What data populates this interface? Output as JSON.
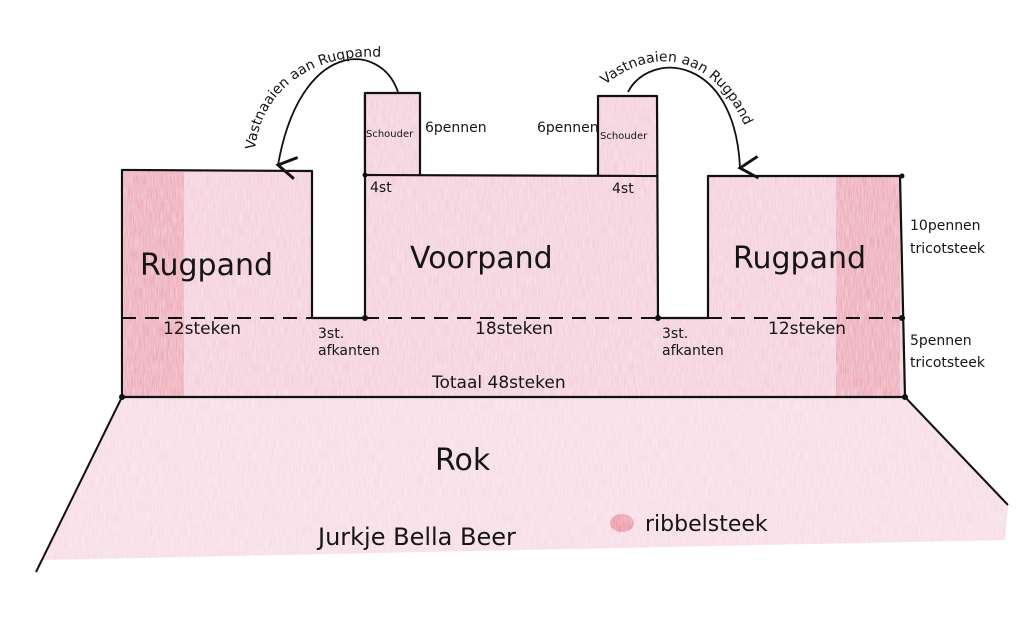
{
  "title": "Jurkje Bella Beer",
  "colors": {
    "fill": "#f3c6d6",
    "rib": "#e9879c",
    "outline": "#111111",
    "paper": "#ffffff"
  },
  "pieces": {
    "back_left": {
      "label": "Rugpand",
      "stitches": "12steken"
    },
    "front": {
      "label": "Voorpand",
      "stitches": "18steken"
    },
    "back_right": {
      "label": "Rugpand",
      "stitches": "12steken"
    },
    "skirt": {
      "label": "Rok"
    }
  },
  "shoulders": {
    "left": {
      "label": "Schouder",
      "rows": "6pennen",
      "stitches": "4st"
    },
    "right": {
      "label": "Schouder",
      "rows": "6pennen",
      "stitches": "4st"
    }
  },
  "armholes": {
    "left": {
      "line1": "3st.",
      "line2": "afkanten"
    },
    "right": {
      "line1": "3st.",
      "line2": "afkanten"
    }
  },
  "arrows": {
    "left": "Vastnaaien aan Rugpand",
    "right": "Vastnaaien aan Rugpand"
  },
  "side_notes": {
    "upper": {
      "line1": "10pennen",
      "line2": "tricotsteek"
    },
    "lower": {
      "line1": "5pennen",
      "line2": "tricotsteek"
    }
  },
  "total": "Totaal 48steken",
  "legend": {
    "swatch": "ribbelsteek-swatch",
    "label": "ribbelsteek"
  }
}
